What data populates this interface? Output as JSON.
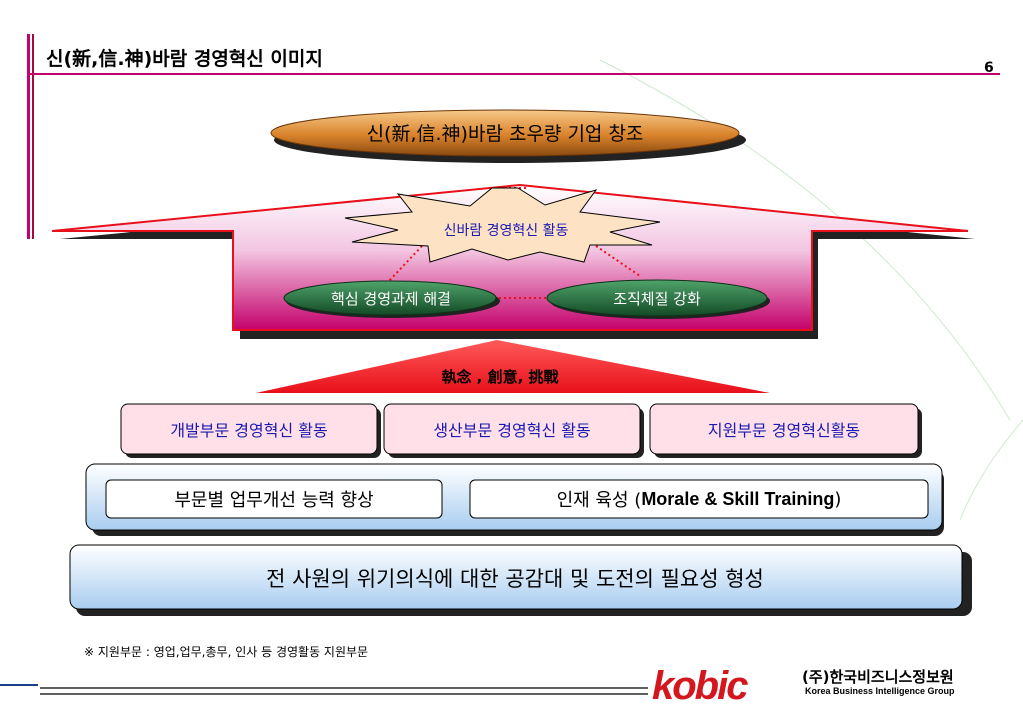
{
  "header": {
    "title": "신(新,信.神)바람  경영혁신 이미지",
    "page_number": "6"
  },
  "top_goal": {
    "label": "신(新,信.神)바람  초우량 기업   창조"
  },
  "star_burst": {
    "label": "신바람 경영혁신 활동"
  },
  "tasks": {
    "left": "핵심 경영과제 해결",
    "right": "조직체질 강화"
  },
  "drivers": {
    "label": "執念 , 創意, 挑戰"
  },
  "departments": [
    {
      "label": "개발부문 경영혁신 활동"
    },
    {
      "label": "생산부문 경영혁신 활동"
    },
    {
      "label": "지원부문 경영혁신활동"
    }
  ],
  "capabilities": {
    "left": "부문별   업무개선 능력 향상",
    "right_prefix": "인재 육성  (",
    "right_bold": "Morale & Skill Training",
    "right_suffix": ")"
  },
  "foundation": {
    "label": "전 사원의  위기의식에 대한 공감대  및  도전의 필요성  형성"
  },
  "footnote": "※ 지원부문 : 영업,업무,총무, 인사 등 경영활동 지원부문",
  "logo": {
    "wordmark": "kobic",
    "company_name": "(주)한국비즈니스정보원",
    "english_name": "Korea Business Intelligence Group"
  },
  "colors": {
    "accent_red": "#e8101a",
    "accent_magenta": "#c4006a",
    "oval_orange": "#d9822b",
    "oval_green": "#1e6b3a",
    "dept_pink": "#ffe0e8",
    "capability_blue": "#bcd8f2",
    "text_blue": "#1a1ab0"
  }
}
